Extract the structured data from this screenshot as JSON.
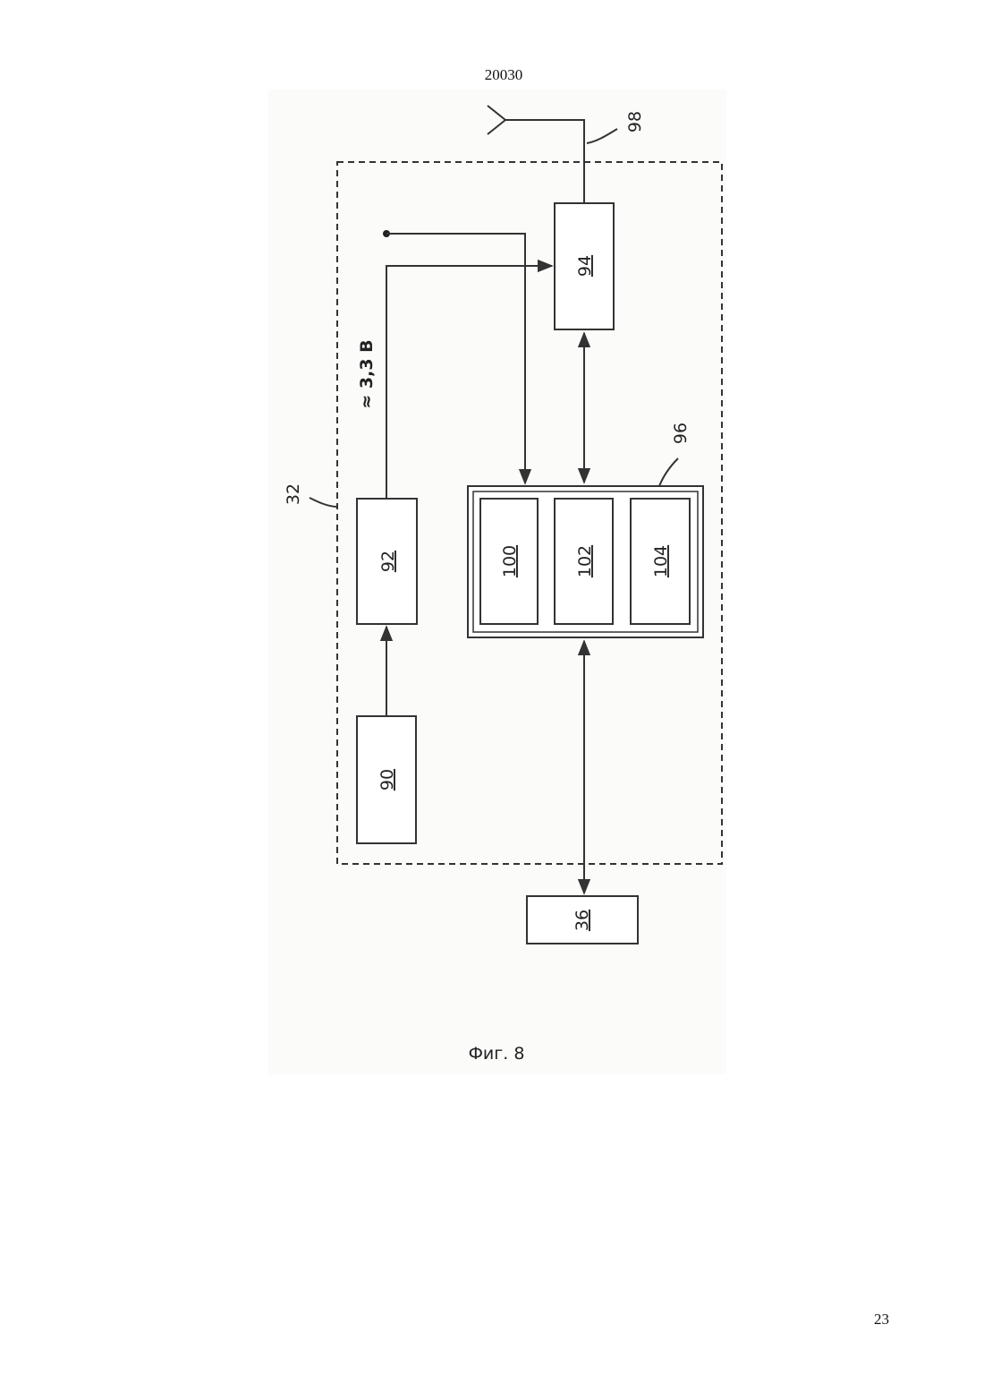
{
  "page": {
    "doc_number": "20030",
    "page_number": "23",
    "caption": "Фиг. 8"
  },
  "diagram": {
    "blocks": [
      {
        "id": "32",
        "label": "32"
      },
      {
        "id": "90",
        "label": "90"
      },
      {
        "id": "92",
        "label": "92"
      },
      {
        "id": "94",
        "label": "94"
      },
      {
        "id": "96",
        "label": "96"
      },
      {
        "id": "98",
        "label": "98"
      },
      {
        "id": "100",
        "label": "100"
      },
      {
        "id": "102",
        "label": "102"
      },
      {
        "id": "104",
        "label": "104"
      },
      {
        "id": "36",
        "label": "36"
      }
    ],
    "voltage_label": "≈ 3,3 В",
    "connections": [
      {
        "from": "90",
        "to": "92",
        "direction": "forward"
      },
      {
        "from": "92",
        "to": "94",
        "direction": "forward"
      },
      {
        "from": "92",
        "to": "96",
        "direction": "forward"
      },
      {
        "from": "94",
        "to": "96",
        "direction": "bidirectional"
      },
      {
        "from": "96",
        "to": "36",
        "direction": "bidirectional"
      },
      {
        "from": "94",
        "to": "98",
        "direction": "line"
      }
    ]
  }
}
